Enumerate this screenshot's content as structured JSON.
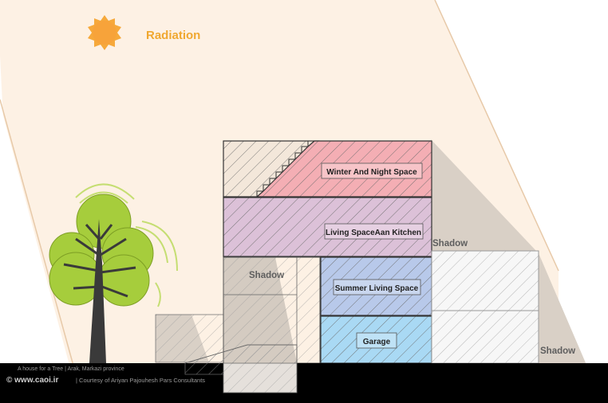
{
  "title": "Radiation",
  "labels": {
    "winter_night": "Winter And Night Space",
    "living_kitchen": "Living SpaceAan Kitchen",
    "summer_living": "Summer Living Space",
    "garage": "Garage"
  },
  "shadows": {
    "right_upper": "Shadow",
    "left_middle": "Shadow",
    "right_lower": "Shadow"
  },
  "footer": {
    "caption": "A house for a Tree | Arak, Markazi province",
    "site": "© www.caoi.ir",
    "credit": "| Courtesy of Ariyan Pajouhesh Pars Consultants"
  },
  "colors": {
    "radiation_band": "#fdf1e4",
    "sun": "#f6a93b",
    "title_text": "#f0a830",
    "winter_night": "#f4aeb4",
    "living_kitchen": "#dcc1d8",
    "summer_living": "#b8c9ea",
    "garage": "#a9d9f4",
    "shadow": "#d9d0c6",
    "tree_foliage": "#a6cd3c",
    "tree_trunk": "#3a3a3a",
    "ground": "#000000"
  }
}
